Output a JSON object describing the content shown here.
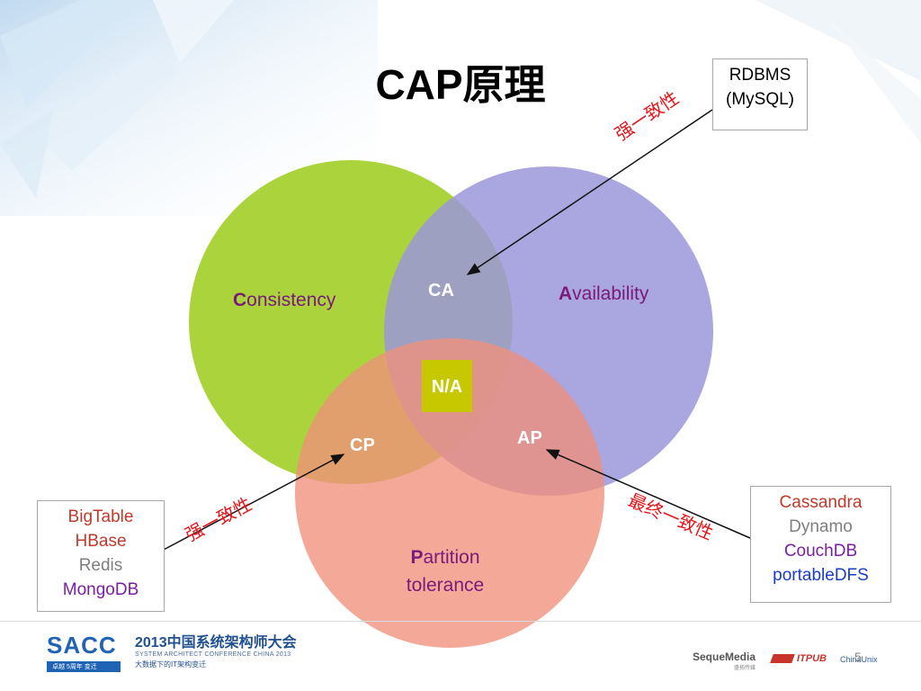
{
  "title": "CAP原理",
  "circles": {
    "consistency": {
      "initial": "C",
      "rest": "onsistency",
      "color": "#9ccc1a"
    },
    "availability": {
      "initial": "A",
      "rest": "vailability",
      "color": "#9b96d9"
    },
    "partition": {
      "initial": "P",
      "rest": "artition",
      "line2": "tolerance",
      "color": "#f08f7b"
    }
  },
  "zones": {
    "ca": "CA",
    "cp": "CP",
    "ap": "AP",
    "na": "N/A"
  },
  "boxes": {
    "top_right": [
      "RDBMS",
      "(MySQL)"
    ],
    "left": [
      {
        "text": "BigTable",
        "color": "#c0392b"
      },
      {
        "text": "HBase",
        "color": "#c0392b"
      },
      {
        "text": "Redis",
        "color": "#7f7f7f"
      },
      {
        "text": "MongoDB",
        "color": "#7b1fa2"
      }
    ],
    "right": [
      {
        "text": "Cassandra",
        "color": "#c0392b"
      },
      {
        "text": "Dynamo",
        "color": "#7f7f7f"
      },
      {
        "text": "CouchDB",
        "color": "#7b1fa2"
      },
      {
        "text": "portableDFS",
        "color": "#1a3cc8"
      }
    ]
  },
  "annotations": {
    "strong_top": "强一致性",
    "strong_left": "强一致性",
    "eventual": "最终一致性"
  },
  "footer": {
    "logo": "SACC",
    "logo_badge": "卓越 5周年 变迁",
    "conf_title": "2013中国系统架构师大会",
    "conf_en": "SYSTEM ARCHITECT CONFERENCE CHINA 2013",
    "conf_sub": "大数据下的IT架构变迁",
    "sponsor1": "SequeMedia",
    "sponsor1_sub": "盛拓传媒",
    "sponsor3": "ITPUB",
    "sponsor4": "ChinaUnix",
    "page_number": "5"
  }
}
